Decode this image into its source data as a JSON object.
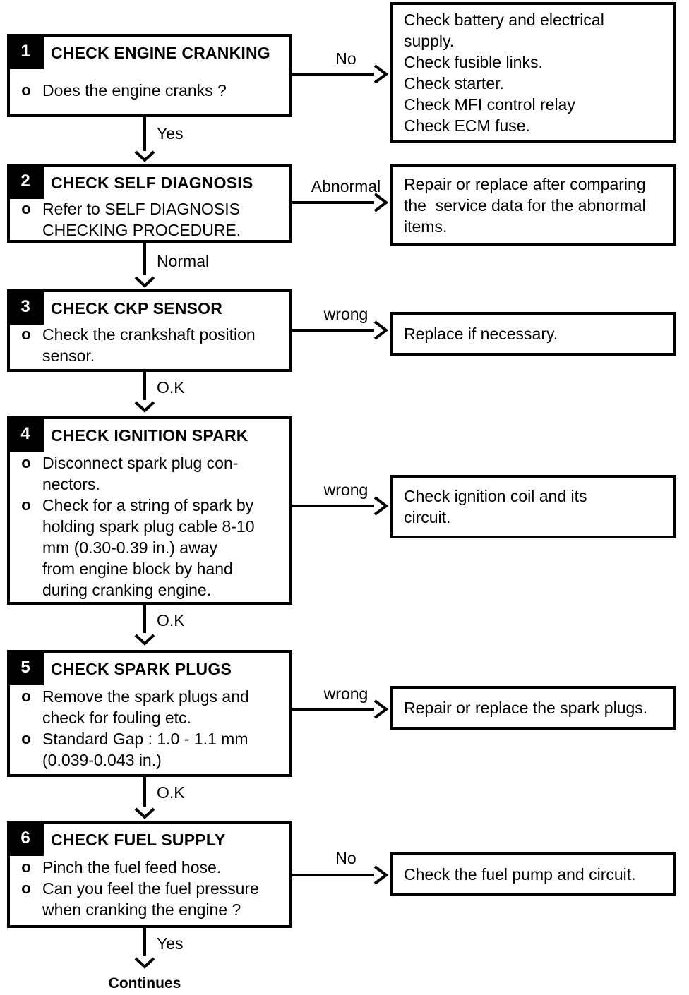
{
  "bullet_marker": "o",
  "colors": {
    "background": "#ffffff",
    "line": "#000000",
    "badge_bg": "#000000",
    "badge_text": "#ffffff"
  },
  "steps": [
    {
      "number": "1",
      "title": "CHECK ENGINE CRANKING",
      "bullets": [
        "Does the engine cranks ?"
      ],
      "branch_label": "No",
      "result": "Check battery and electrical\nsupply.\nCheck fusible links.\nCheck starter.\nCheck MFI control relay\nCheck ECM fuse.",
      "down_label": "Yes"
    },
    {
      "number": "2",
      "title": "CHECK SELF DIAGNOSIS",
      "bullets": [
        "Refer to SELF DIAGNOSIS\nCHECKING PROCEDURE."
      ],
      "branch_label": "Abnormal",
      "result": "Repair or replace after comparing\nthe  service data for the abnormal\nitems.",
      "down_label": "Normal"
    },
    {
      "number": "3",
      "title": "CHECK CKP SENSOR",
      "bullets": [
        "Check the crankshaft position\nsensor."
      ],
      "branch_label": "wrong",
      "result": "Replace if necessary.",
      "down_label": "O.K"
    },
    {
      "number": "4",
      "title": "CHECK IGNITION SPARK",
      "bullets": [
        "Disconnect spark plug con-\nnectors.",
        "Check for a string of spark by\nholding spark plug cable 8-10\nmm (0.30-0.39 in.) away\nfrom engine block by hand\nduring cranking engine."
      ],
      "branch_label": "wrong",
      "result": "Check ignition coil and its\ncircuit.",
      "down_label": "O.K"
    },
    {
      "number": "5",
      "title": "CHECK SPARK PLUGS",
      "bullets": [
        "Remove the spark plugs and\ncheck for fouling etc.",
        "Standard Gap : 1.0 - 1.1 mm\n(0.039-0.043 in.)"
      ],
      "branch_label": "wrong",
      "result": "Repair or replace the spark plugs.",
      "down_label": "O.K"
    },
    {
      "number": "6",
      "title": "CHECK FUEL SUPPLY",
      "bullets": [
        "Pinch the fuel feed hose.",
        "Can you feel the fuel pressure\nwhen cranking the engine ?"
      ],
      "branch_label": "No",
      "result": "Check the fuel pump and circuit.",
      "down_label": "Yes"
    }
  ],
  "footer": {
    "continues": "Continues"
  }
}
